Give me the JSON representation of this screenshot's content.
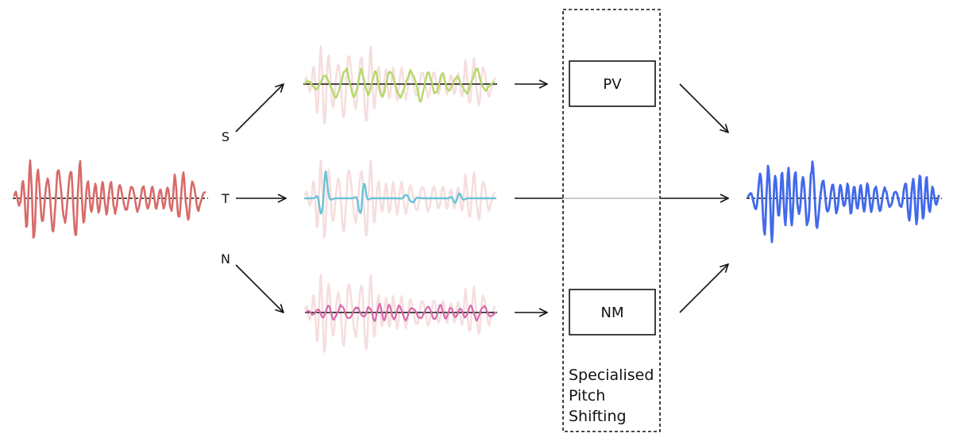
{
  "branches": {
    "s": {
      "label": "S"
    },
    "t": {
      "label": "T"
    },
    "n": {
      "label": "N"
    }
  },
  "blocks": {
    "pv": {
      "label": "PV"
    },
    "nm": {
      "label": "NM"
    }
  },
  "group": {
    "lines": [
      "Specialised",
      "Pitch",
      "Shifting"
    ]
  },
  "colors": {
    "input": "#d86a6a",
    "sines": "#b5d86a",
    "transients": "#6ac2d8",
    "noise": "#d86aab",
    "ghost": "#f6dede",
    "output": "#4169ea",
    "bypass": "#bbbbbb"
  }
}
